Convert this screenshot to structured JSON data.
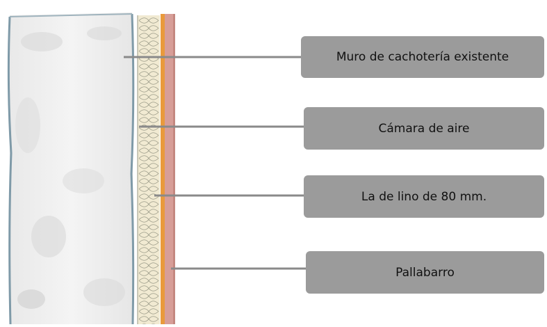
{
  "diagram": {
    "labels": [
      {
        "id": "muro",
        "text": "Muro de cachotería existente"
      },
      {
        "id": "camara",
        "text": "Cámara de aire"
      },
      {
        "id": "lana",
        "text": "La de lino de 80 mm."
      },
      {
        "id": "pallabarro",
        "text": "Pallabarro"
      }
    ],
    "colors": {
      "wall_fill": "#eeeeee",
      "wall_edge": "#7f9aa8",
      "insulation": "#f1ead2",
      "insulation_lines": "#9a9a88",
      "orange_strip": "#e99a3c",
      "pink_layer": "#d79e98",
      "label_box": "#9b9b9b",
      "leader_line": "#8a8a8a"
    }
  }
}
